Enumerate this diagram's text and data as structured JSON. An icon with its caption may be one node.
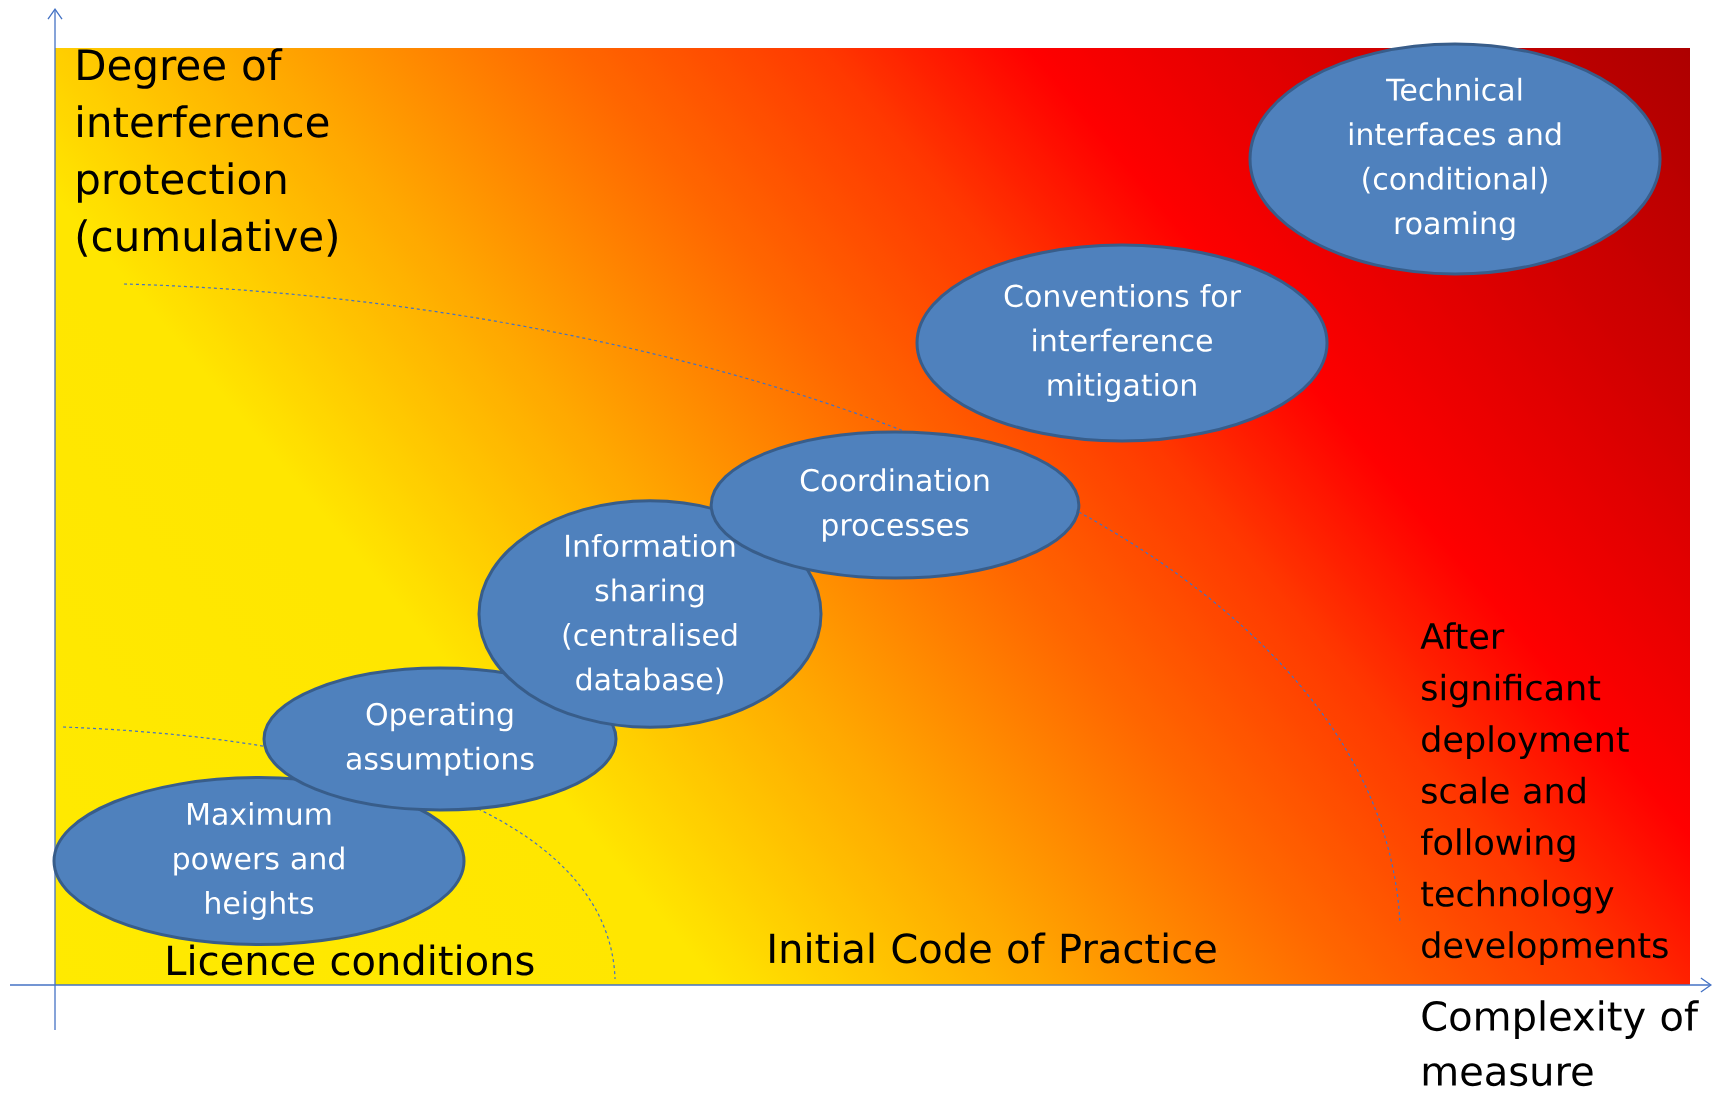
{
  "diagram": {
    "nodes": [
      {
        "text": [
          "Maximum powers and heights"
        ]
      },
      {
        "text": [
          "Operating assumptions"
        ]
      },
      {
        "text": [
          "Information sharing (centralised database)"
        ]
      },
      {
        "text": [
          "Coordination processes"
        ]
      },
      {
        "text": [
          "Conventions for interference mitigation"
        ]
      },
      {
        "text": [
          "Technical interfaces and (conditional) roaming"
        ]
      }
    ],
    "labels": [
      "Degree of interference protection (cumulative)",
      "Licence conditions",
      "Initial Code of Practice",
      "After significant deployment scale and following technology developments",
      "Complexity of measure"
    ]
  }
}
